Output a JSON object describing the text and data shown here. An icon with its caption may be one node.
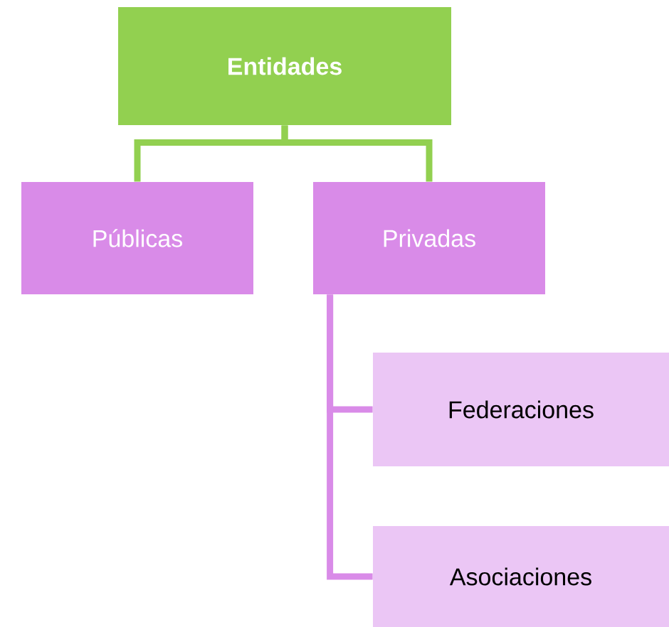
{
  "diagram": {
    "nodes": [
      {
        "text": [
          "Entidades"
        ]
      },
      {
        "text": [
          "Públicas"
        ]
      },
      {
        "text": [
          "Privadas"
        ]
      },
      {
        "text": [
          "Federaciones"
        ]
      },
      {
        "text": [
          "Asociaciones"
        ]
      }
    ],
    "edges": [
      {
        "from": 0,
        "to": 1,
        "arrow": "none",
        "color": "#92d050"
      },
      {
        "from": 0,
        "to": 2,
        "arrow": "none",
        "color": "#92d050"
      },
      {
        "from": 2,
        "to": 3,
        "arrow": "none",
        "color": "#d98be8"
      },
      {
        "from": 2,
        "to": 4,
        "arrow": "none",
        "color": "#d98be8"
      }
    ]
  }
}
